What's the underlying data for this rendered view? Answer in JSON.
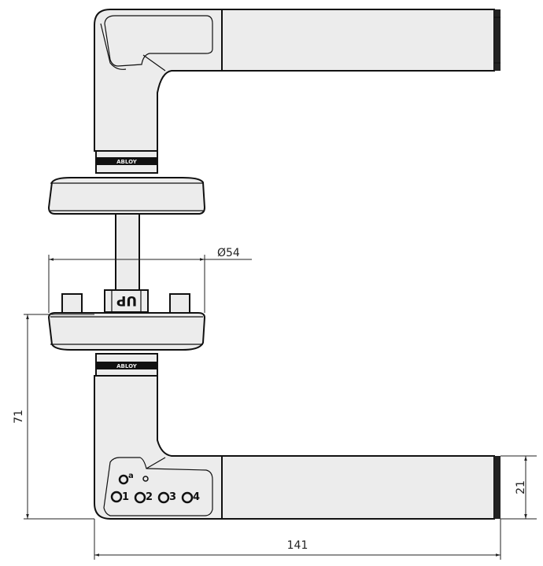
{
  "drawing": {
    "dimensions": {
      "rose_diameter": "Ø54",
      "height": "71",
      "lever_thickness": "21",
      "length": "141"
    },
    "spindle_marking": "UP",
    "collar_marking": "ABLOY",
    "code_positions": [
      "a",
      "1",
      "2",
      "3",
      "4"
    ],
    "fill_color": "#ececec",
    "line_color": "#111111"
  }
}
